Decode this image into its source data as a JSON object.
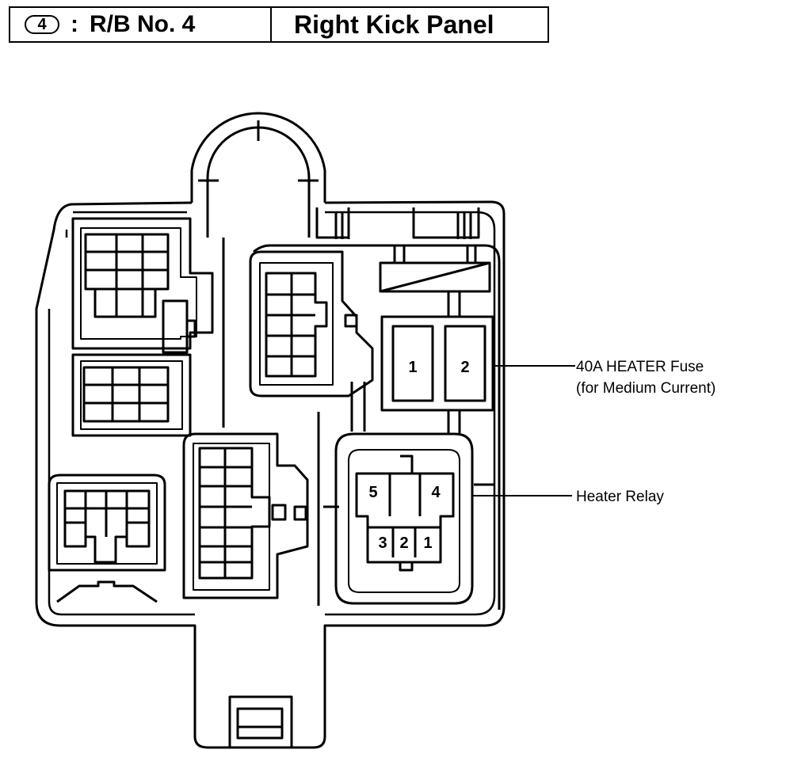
{
  "header": {
    "block_number": "4",
    "colon": ":",
    "block_name": "R/B No. 4",
    "location": "Right Kick Panel"
  },
  "slot_labels": {
    "fuse_terminal_1": "1",
    "fuse_terminal_2": "2",
    "relay_terminal_5": "5",
    "relay_terminal_4": "4",
    "relay_terminal_3": "3",
    "relay_terminal_2": "2",
    "relay_terminal_1": "1"
  },
  "callouts": {
    "fuse_line1": "40A HEATER Fuse",
    "fuse_line2": "(for Medium Current)",
    "relay": "Heater Relay"
  }
}
